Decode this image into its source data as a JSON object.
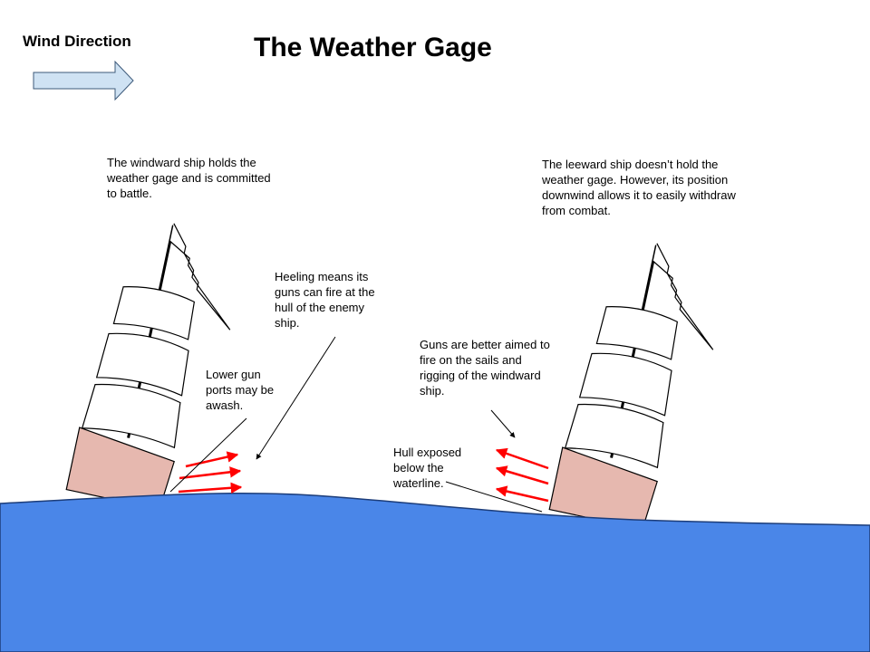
{
  "wind_label": "Wind Direction",
  "title": "The Weather Gage",
  "notes": {
    "windward": "The windward ship holds the\nweather gage and is committed\nto battle.",
    "leeward": "The leeward ship doesn’t hold the\nweather gage. However, its position\ndownwind allows it to easily withdraw\nfrom combat.",
    "heeling": "Heeling means its\nguns can fire at the\nhull of the enemy\nship.",
    "lower_ports": "Lower gun\nports may be\nawash.",
    "guns_aimed": "Guns are better aimed to\nfire on the sails and\nrigging of the windward\nship.",
    "hull_exposed": "Hull exposed\nbelow the\nwaterline."
  },
  "colors": {
    "water": "#4a86e8",
    "hull": "#e6b8af",
    "wind_arrow": "#cfe2f3",
    "fire": "#ff0000"
  }
}
